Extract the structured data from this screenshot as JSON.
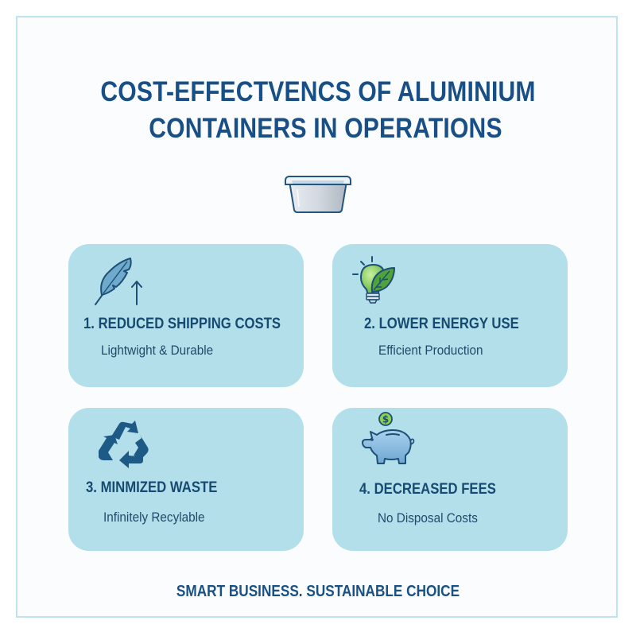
{
  "header": {
    "title_line1": "COST-EFFECTVENCS OF ALUMINIUM",
    "title_line2": "CONTAINERS IN OPERATIONS",
    "hero_icon": "aluminium-container-icon"
  },
  "cards": [
    {
      "icon": "feather-up-arrow-icon",
      "heading": "1. REDUCED SHIPPING COSTS",
      "sub": "Lightwight & Durable"
    },
    {
      "icon": "lightbulb-leaf-icon",
      "heading": "2. LOWER ENERGY USE",
      "sub": "Efficient Production"
    },
    {
      "icon": "recycle-icon",
      "heading": "3. MINMIZED WASTE",
      "sub": "Infinitely Recylable"
    },
    {
      "icon": "piggy-bank-coin-icon",
      "heading": "4. DECREASED FEES",
      "sub": "No Disposal Costs"
    }
  ],
  "footer": {
    "tagline": "SMART BUSINESS. SUSTAINABLE CHOICE"
  },
  "colors": {
    "title": "#174f86",
    "card_bg": "#b3dfeb",
    "frame_border": "#bfe2ef",
    "heading": "#174a70",
    "icon_green": "#7ccb4a",
    "icon_blue_dark": "#1d5a85"
  }
}
